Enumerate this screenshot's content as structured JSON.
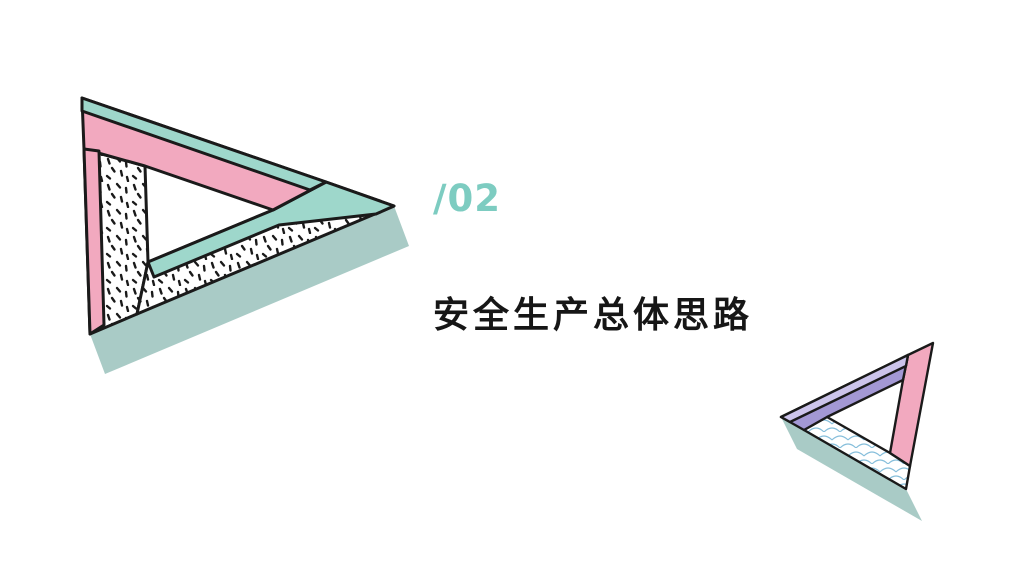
{
  "slide": {
    "section_number": "/02",
    "title": "安全生产总体思路"
  },
  "palette": {
    "background": "#ffffff",
    "outline": "#1a1a1a",
    "pink": "#f2a9bf",
    "mint": "#9ed7cb",
    "teal_shadow": "#a9cbc6",
    "section_number_color": "#7dccc1",
    "title_color": "#161616",
    "purple": "#a398d4",
    "lavender": "#ccc4eb",
    "wave_blue": "#85bedb",
    "face_white": "#ffffff"
  },
  "decor": {
    "large_triangle": "impossible-triangle",
    "large_triangle_textures": [
      "speckle-dots",
      "solid-pink",
      "solid-mint"
    ],
    "small_triangle": "impossible-triangle",
    "small_triangle_textures": [
      "fish-scale-waves",
      "solid-pink",
      "solid-purple"
    ]
  }
}
